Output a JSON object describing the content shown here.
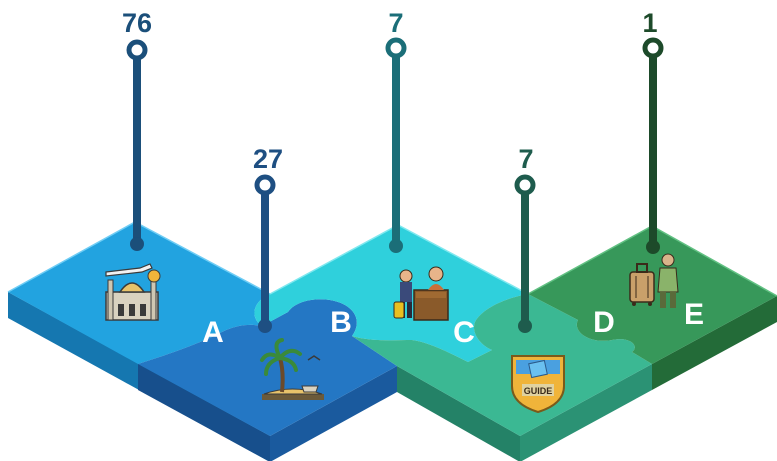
{
  "pieces": [
    {
      "key": "A",
      "letter": "A",
      "value": "76",
      "icon": "mosque-airplane-icon",
      "color": "#1e9ad8",
      "pin": "#1b4f7a"
    },
    {
      "key": "B",
      "letter": "B",
      "value": "27",
      "icon": "palm-tree-beach-icon",
      "color": "#1f6bb5",
      "pin": "#1e4f82"
    },
    {
      "key": "C",
      "letter": "C",
      "value": "7",
      "icon": "travel-agent-desk-icon",
      "color": "#29c6d1",
      "pin": "#1b6e78"
    },
    {
      "key": "D",
      "letter": "D",
      "value": "7",
      "icon": "guide-badge-icon",
      "color": "#34a886",
      "pin": "#1e5c4d"
    },
    {
      "key": "E",
      "letter": "E",
      "value": "1",
      "icon": "luggage-traveler-icon",
      "color": "#2e8a4b",
      "pin": "#1d4a2a"
    }
  ]
}
